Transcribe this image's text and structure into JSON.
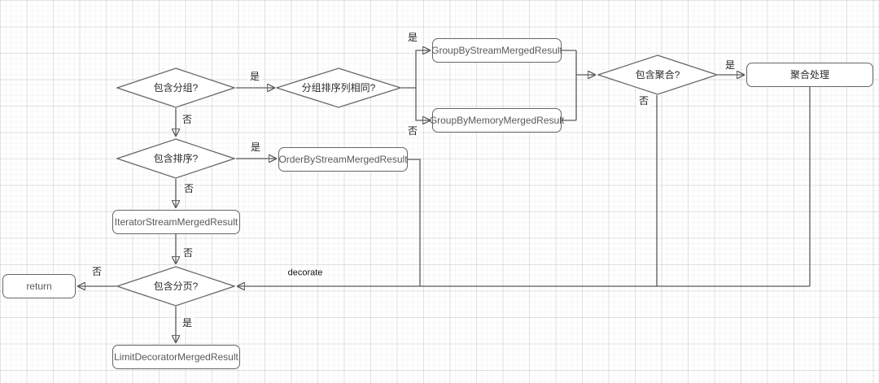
{
  "diagram_type": "flowchart",
  "nodes": {
    "contains_grouping": {
      "label": "包含分组?",
      "type": "decision"
    },
    "group_sort_columns_same": {
      "label": "分组排序列相同?",
      "type": "decision"
    },
    "group_by_stream": {
      "label": "GroupByStreamMergedResult",
      "type": "process"
    },
    "group_by_memory": {
      "label": "GroupByMemoryMergedResult",
      "type": "process"
    },
    "contains_aggregation": {
      "label": "包含聚合?",
      "type": "decision"
    },
    "aggregation_processing": {
      "label": "聚合处理",
      "type": "process"
    },
    "contains_sorting": {
      "label": "包含排序?",
      "type": "decision"
    },
    "order_by_stream": {
      "label": "OrderByStreamMergedResult",
      "type": "process"
    },
    "iterator_stream": {
      "label": "IteratorStreamMergedResult",
      "type": "process"
    },
    "contains_pagination": {
      "label": "包含分页?",
      "type": "decision"
    },
    "return_node": {
      "label": "return",
      "type": "process"
    },
    "limit_decorator": {
      "label": "LimitDecoratorMergedResult",
      "type": "process"
    }
  },
  "edge_labels": {
    "yes": "是",
    "no": "否",
    "decorate": "decorate"
  },
  "colors": {
    "node_border": "#666666",
    "edge_line": "#5b5b5b",
    "arrowhead": "#3f3f3f",
    "text_zh": "#2b2b2b",
    "text_en": "#595959",
    "background": "#ffffff"
  }
}
